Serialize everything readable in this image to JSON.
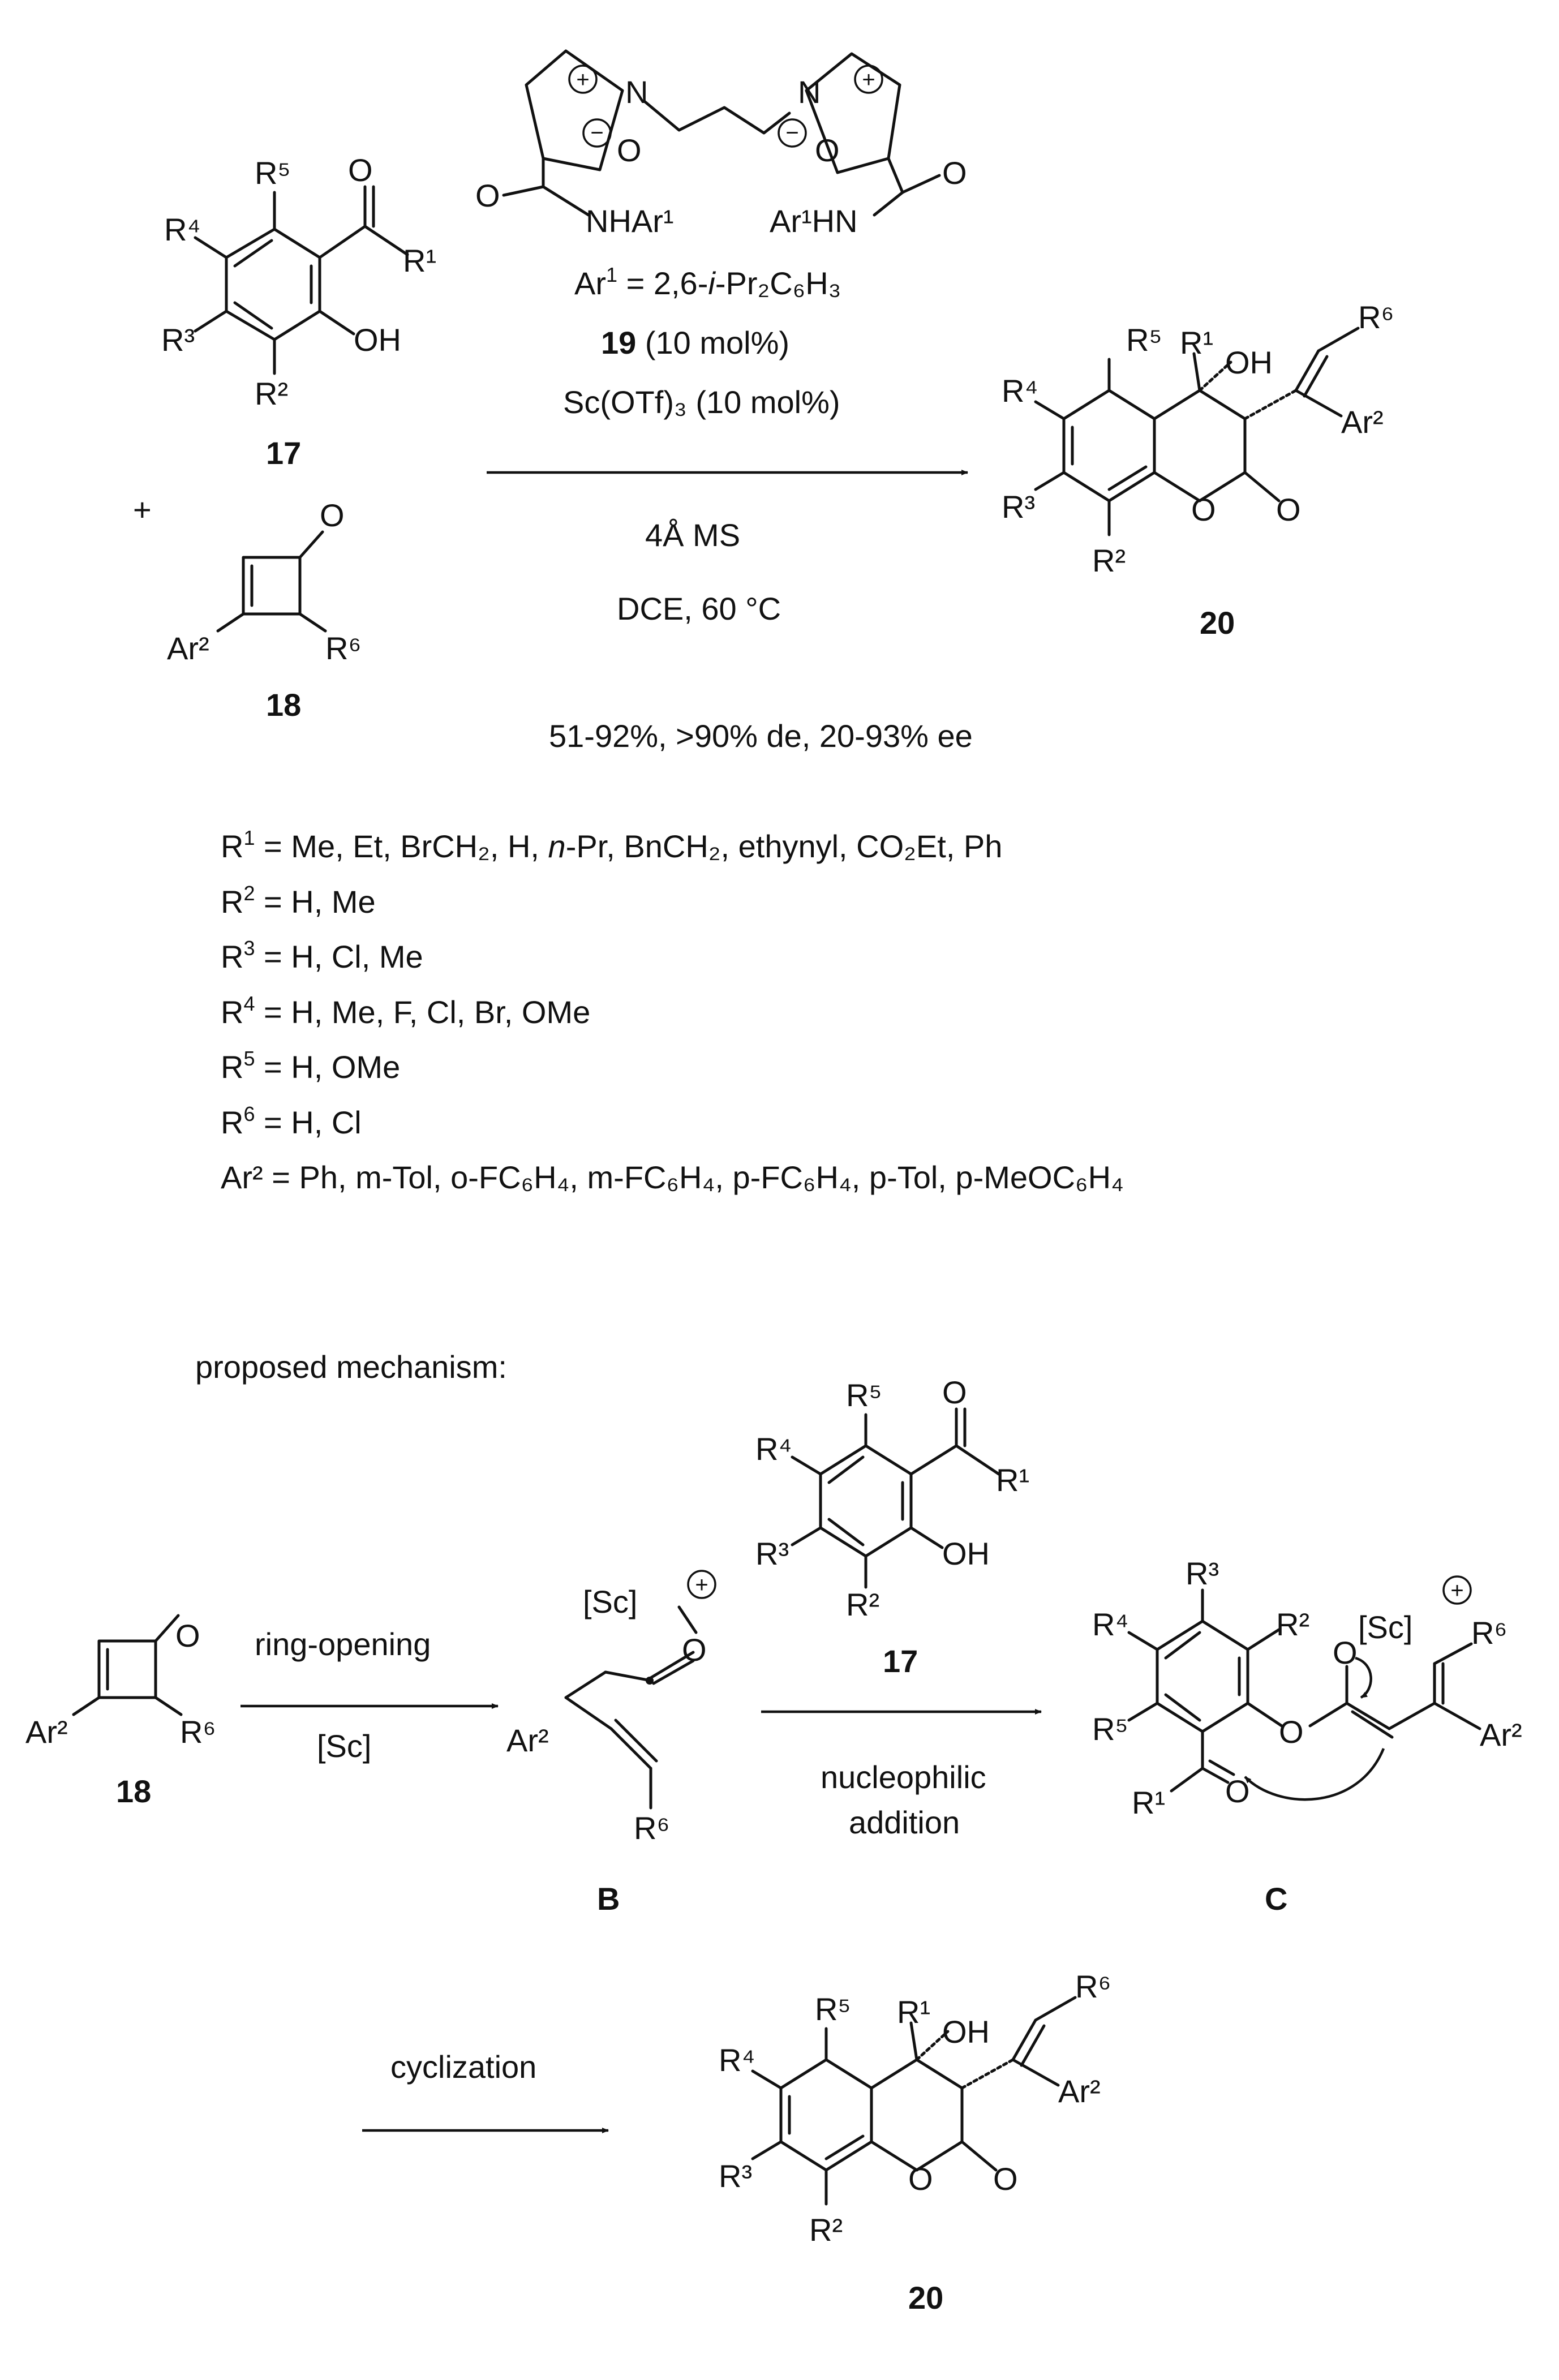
{
  "catalyst": {
    "ar_def_prefix": "Ar",
    "ar_def_sup": "1",
    "ar_def_mid": " = 2,6-",
    "ar_def_ital": "i",
    "ar_def_end": "-Pr₂C₆H₃",
    "label": "19",
    "loading": " (10 mol%)",
    "lewis_acid": "Sc(OTf)₃ (10 mol%)",
    "nh_left": "NHAr¹",
    "nh_right": "Ar¹HN"
  },
  "conditions": {
    "ms": "4Å MS",
    "solvent": "DCE, 60 °C"
  },
  "result": "51-92%, >90% de, 20-93% ee",
  "labels": {
    "phenol": "17",
    "cyclobutenone": "18",
    "product": "20",
    "intermediate_b": "B",
    "intermediate_c": "C",
    "plus": "+"
  },
  "substituents": [
    {
      "r": "R",
      "n": "1",
      "text": " = Me, Et, BrCH₂, H, ",
      "i": "n",
      "rest": "-Pr, BnCH₂, ethynyl, CO₂Et, Ph"
    },
    {
      "r": "R",
      "n": "2",
      "text": " = H, Me"
    },
    {
      "r": "R",
      "n": "3",
      "text": " = H, Cl, Me"
    },
    {
      "r": "R",
      "n": "4",
      "text": " = H, Me, F, Cl, Br, OMe"
    },
    {
      "r": "R",
      "n": "5",
      "text": " = H, OMe"
    },
    {
      "r": "R",
      "n": "6",
      "text": " = H, Cl"
    }
  ],
  "ar2_line": "Ar² = Ph, m-Tol, o-FC₆H₄, m-FC₆H₄, p-FC₆H₄, p-Tol, p-MeOC₆H₄",
  "mechanism": {
    "heading": "proposed mechanism:",
    "step1_top": "ring-opening",
    "step1_bottom": "[Sc]",
    "step2_bottom_1": "nucleophilic",
    "step2_bottom_2": "addition",
    "step3_top": "cyclization",
    "sc_cation": "[Sc]"
  },
  "atoms": {
    "O": "O",
    "OH": "OH",
    "N": "N",
    "Ar2": "Ar²",
    "R1": "R¹",
    "R2": "R²",
    "R3": "R³",
    "R4": "R⁴",
    "R5": "R⁵",
    "R6": "R⁶"
  }
}
